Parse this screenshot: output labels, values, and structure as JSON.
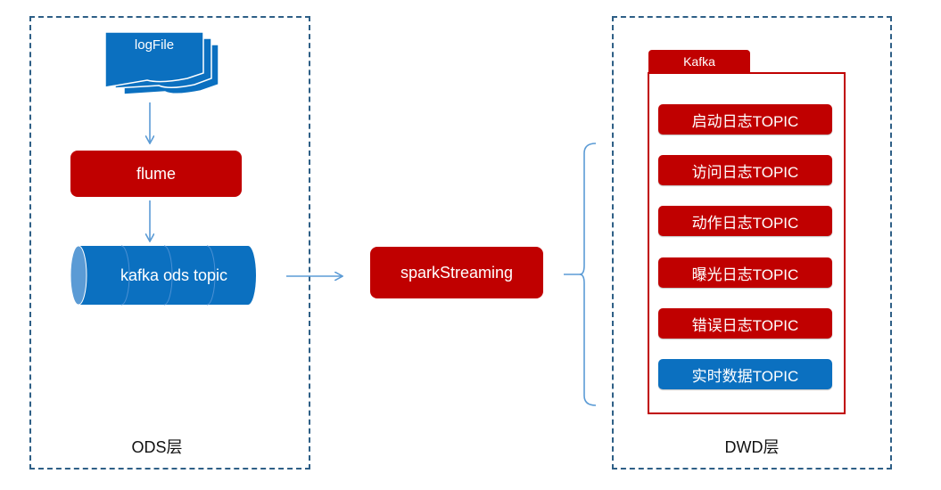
{
  "ods_panel": {
    "label": "ODS层",
    "logfile_label": "logFile",
    "flume_label": "flume",
    "kafka_label": "kafka ods topic"
  },
  "middle": {
    "processor_label": "sparkStreaming"
  },
  "dwd_panel": {
    "label": "DWD层",
    "kafka_tab": "Kafka",
    "topics": [
      "启动日志TOPIC",
      "访问日志TOPIC",
      "动作日志TOPIC",
      "曝光日志TOPIC",
      "错误日志TOPIC",
      "实时数据TOPIC"
    ]
  },
  "colors": {
    "red": "#c00000",
    "blue": "#0b70c0",
    "border": "#2e5f86",
    "arrow": "#5b9bd5"
  }
}
